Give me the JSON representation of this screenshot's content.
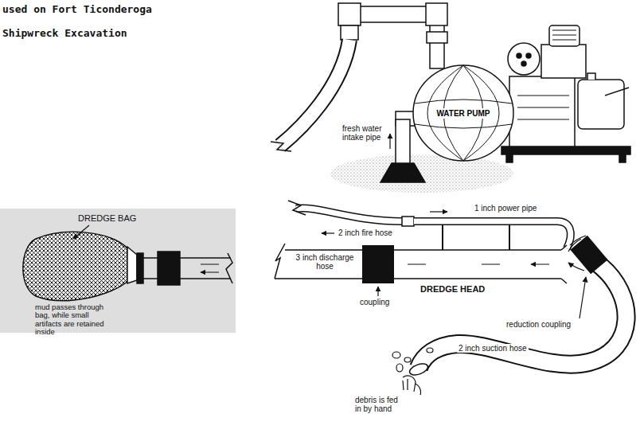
{
  "diagram": {
    "title": "used on Fort Ticonderoga Shipwreck Excavation",
    "nodes": [
      {
        "text": [
          "WATER PUMP"
        ]
      }
    ],
    "labels": [
      "fresh water intake pipe",
      "DREDGE BAG",
      "mud passes through bag, while small artifacts are retained inside",
      "2 inch fire hose",
      "1 inch power pipe",
      "3 inch discharge hose",
      "coupling",
      "DREDGE HEAD",
      "reduction coupling",
      "2 inch suction hose",
      "debris is fed in by hand"
    ]
  }
}
